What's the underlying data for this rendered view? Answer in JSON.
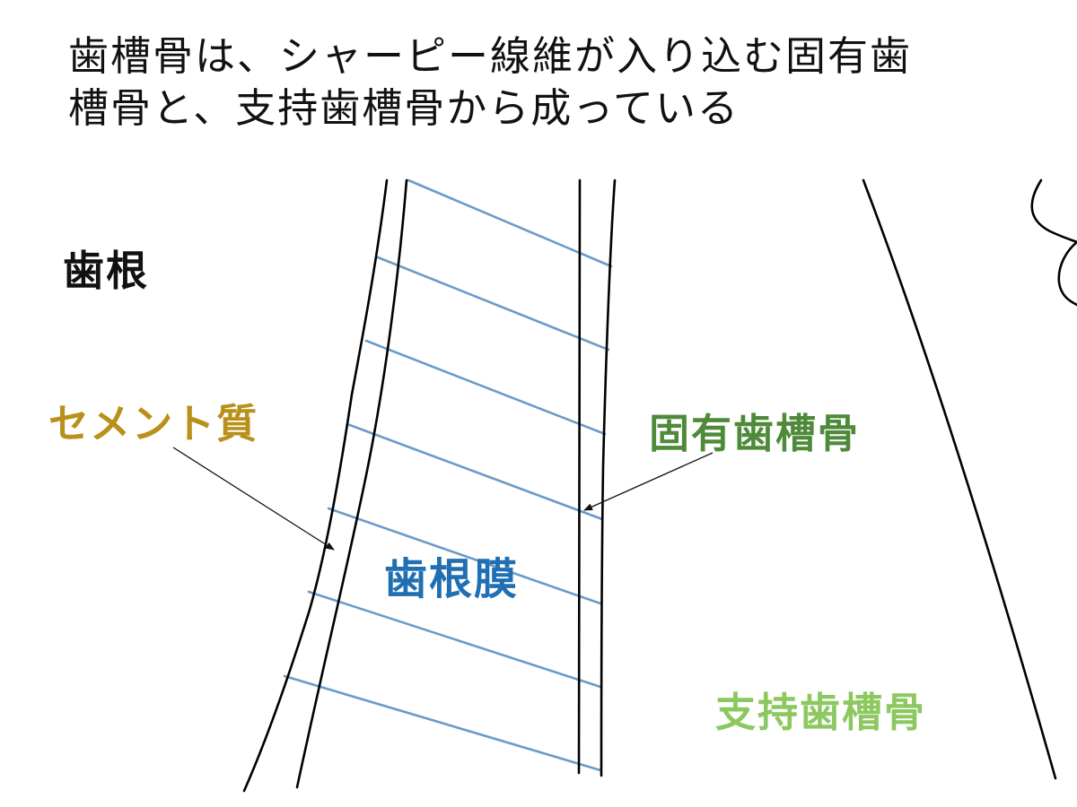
{
  "slide": {
    "heading_lines": [
      "歯槽骨は、シャーピー線維が入り込む固有歯",
      "槽骨と、支持歯槽骨から成っている"
    ]
  },
  "labels": {
    "root": {
      "text": "歯根",
      "color": "#111111"
    },
    "cementum": {
      "text": "セメント質",
      "color": "#B8901A"
    },
    "periodontal_ligament": {
      "text": "歯根膜",
      "color": "#1F6FB2"
    },
    "alveolar_bone_proper": {
      "text": "固有歯槽骨",
      "color": "#4E8A3A"
    },
    "supporting_alveolar_bone": {
      "text": "支持歯槽骨",
      "color": "#8CC860"
    }
  },
  "colors": {
    "outline": "#000000",
    "fiber": "#6A9BC8",
    "arrow": "#111111"
  }
}
